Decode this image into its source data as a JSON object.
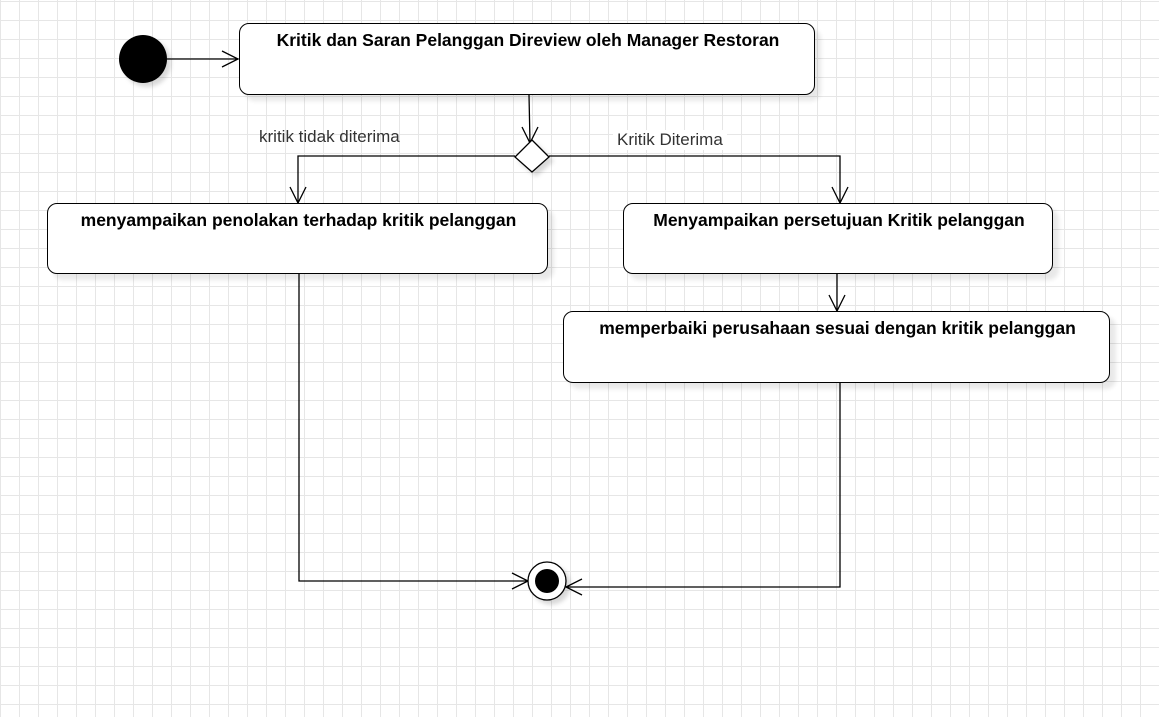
{
  "diagram": {
    "type": "uml-activity-diagram",
    "actions": {
      "review": "Kritik dan Saran Pelanggan Direview oleh Manager Restoran",
      "reject": "menyampaikan penolakan terhadap kritik pelanggan",
      "accept": "Menyampaikan persetujuan Kritik pelanggan",
      "improve": "memperbaiki perusahaan sesuai dengan kritik pelanggan"
    },
    "guards": {
      "rejected": "kritik tidak diterima",
      "accepted": "Kritik Diterima"
    }
  }
}
